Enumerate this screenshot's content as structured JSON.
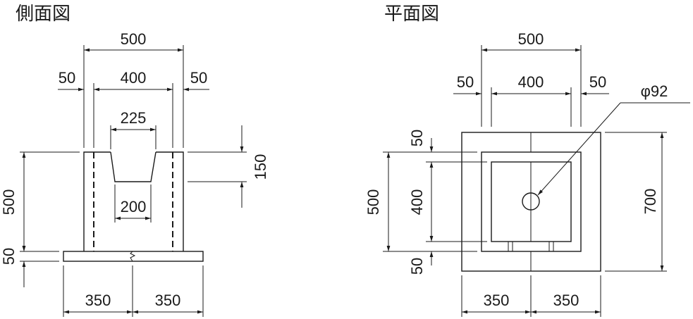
{
  "side_view": {
    "title": "側面図",
    "dim_overall_width": "500",
    "dim_left_wall": "50",
    "dim_inner_width": "400",
    "dim_right_wall": "50",
    "dim_opening_top": "225",
    "dim_opening_bottom": "200",
    "dim_opening_depth": "150",
    "dim_height": "500",
    "dim_base_thickness": "50",
    "dim_base_left": "350",
    "dim_base_right": "350"
  },
  "plan_view": {
    "title": "平面図",
    "dim_overall_width": "500",
    "dim_left_wall": "50",
    "dim_inner_width": "400",
    "dim_right_wall": "50",
    "dim_hole_diameter": "φ92",
    "dim_top_wall": "50",
    "dim_inner_depth": "400",
    "dim_bottom_wall": "50",
    "dim_overall_depth": "500",
    "dim_base_depth": "700",
    "dim_base_left": "350",
    "dim_base_right": "350"
  }
}
